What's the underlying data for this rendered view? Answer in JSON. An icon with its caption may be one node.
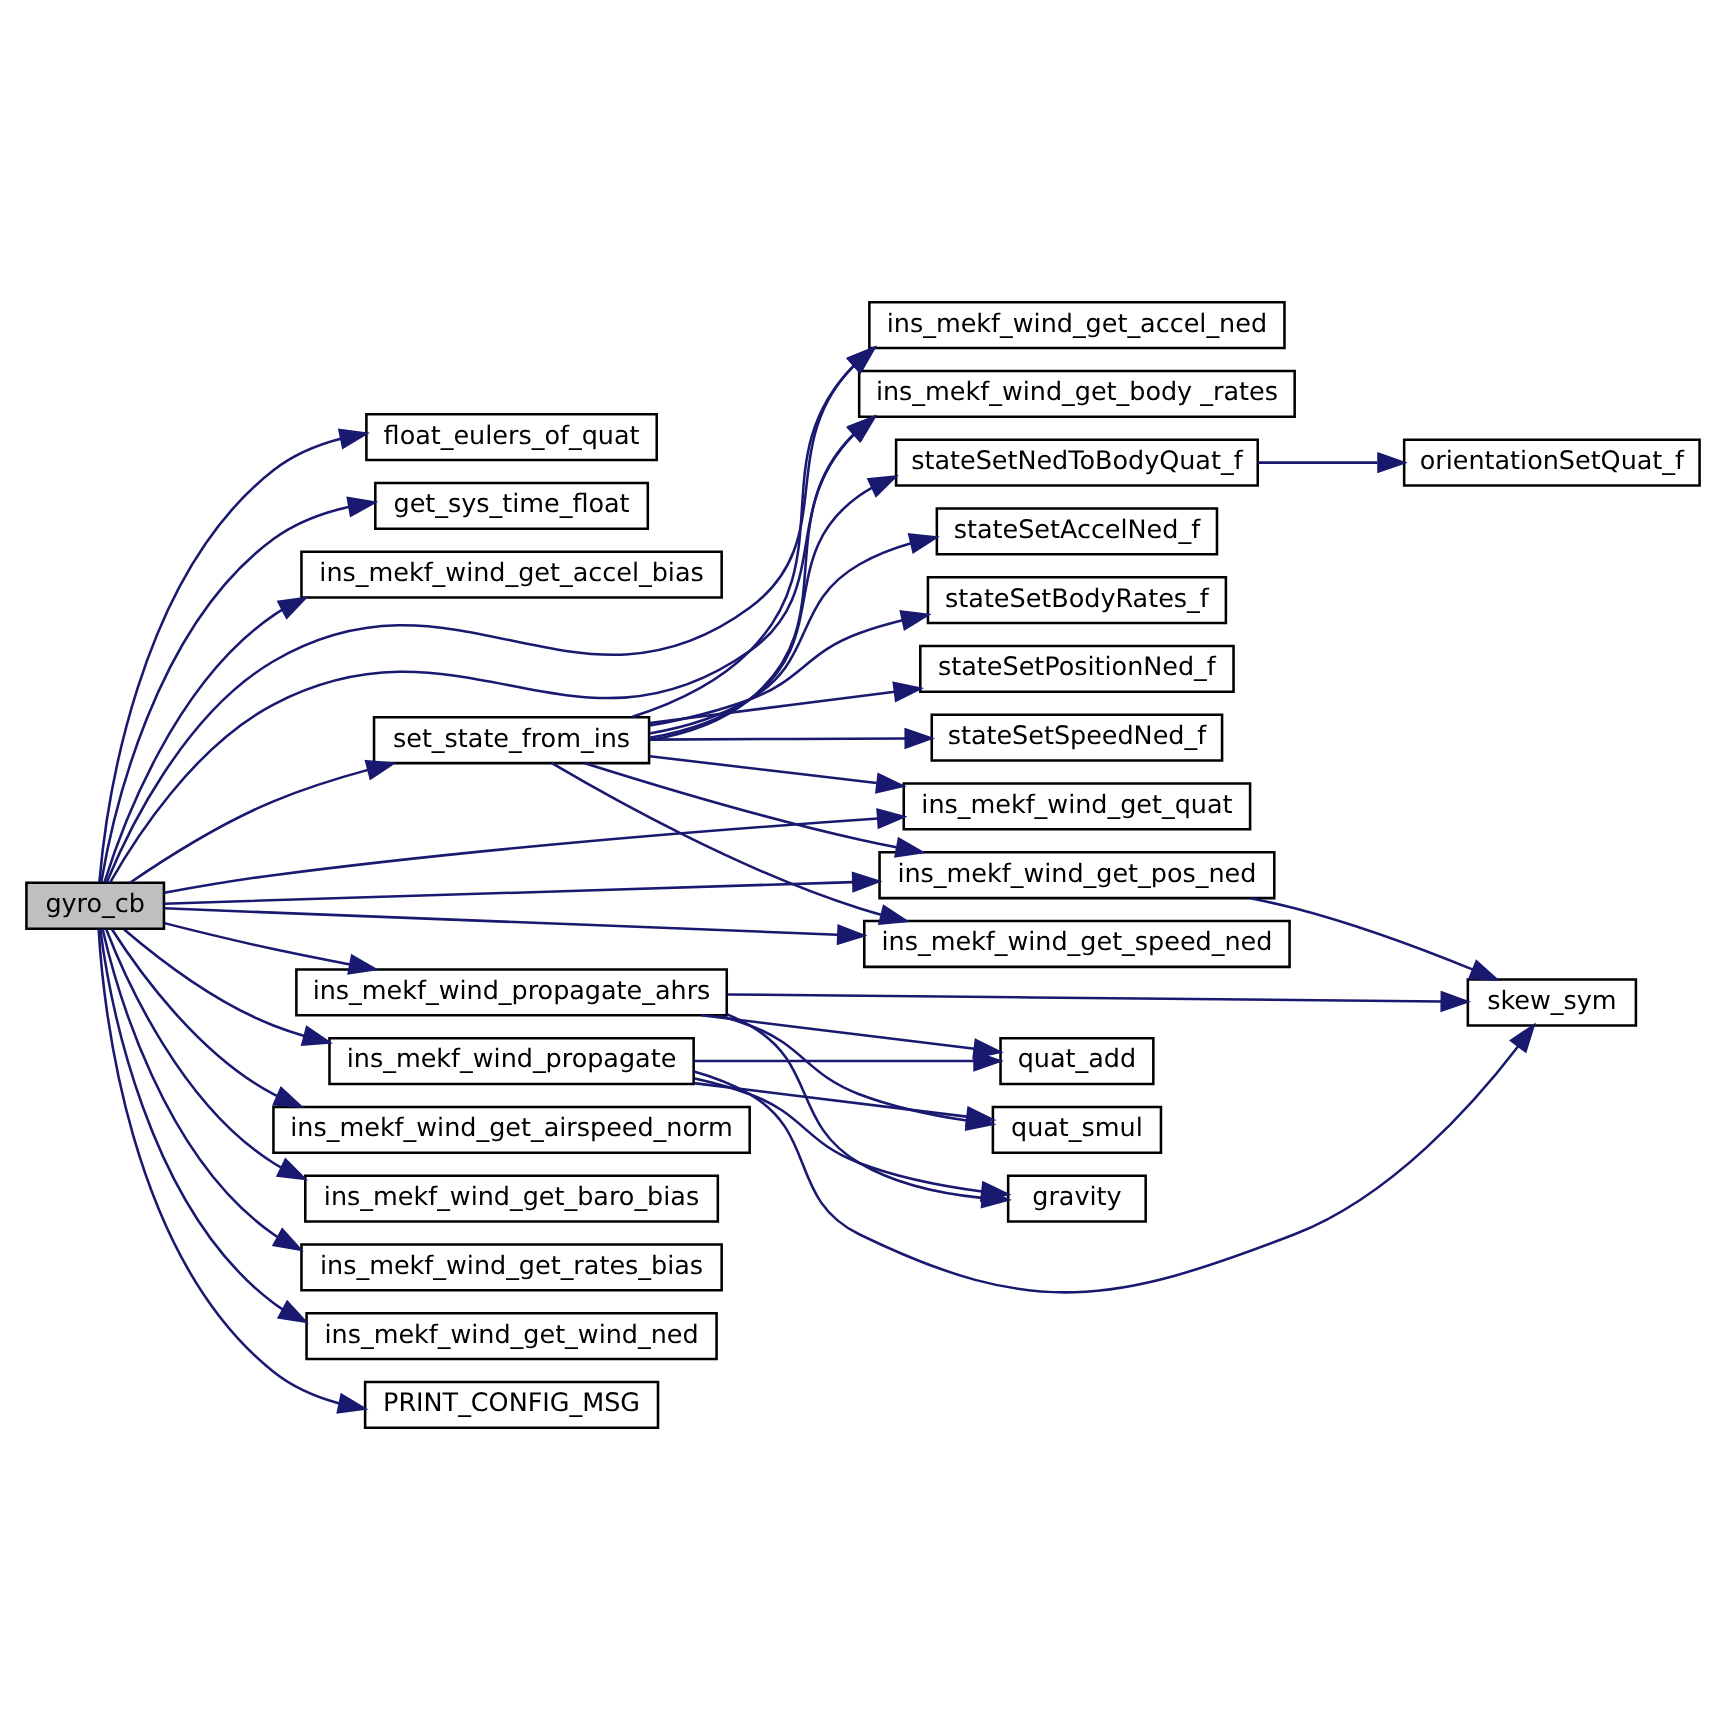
{
  "diagram": {
    "nodes": [
      {
        "text": [
          "gyro_cb"
        ]
      },
      {
        "text": [
          "float_eulers_of_quat"
        ]
      },
      {
        "text": [
          "get_sys_time_float"
        ]
      },
      {
        "text": [
          "ins_mekf_wind_get_accel_bias"
        ]
      },
      {
        "text": [
          "ins_mekf_wind_get_accel_ned"
        ]
      },
      {
        "text": [
          "ins_mekf_wind_get_body _rates"
        ]
      },
      {
        "text": [
          "set_state_from_ins"
        ]
      },
      {
        "text": [
          "stateSetNedToBodyQuat_f"
        ]
      },
      {
        "text": [
          "orientationSetQuat_f"
        ]
      },
      {
        "text": [
          "stateSetAccelNed_f"
        ]
      },
      {
        "text": [
          "stateSetBodyRates_f"
        ]
      },
      {
        "text": [
          "stateSetPositionNed_f"
        ]
      },
      {
        "text": [
          "stateSetSpeedNed_f"
        ]
      },
      {
        "text": [
          "ins_mekf_wind_get_quat"
        ]
      },
      {
        "text": [
          "ins_mekf_wind_get_pos_ned"
        ]
      },
      {
        "text": [
          "ins_mekf_wind_get_speed_ned"
        ]
      },
      {
        "text": [
          "ins_mekf_wind_propagate_ahrs"
        ]
      },
      {
        "text": [
          "skew_sym"
        ]
      },
      {
        "text": [
          "ins_mekf_wind_propagate"
        ]
      },
      {
        "text": [
          "gravity"
        ]
      },
      {
        "text": [
          "quat_add"
        ]
      },
      {
        "text": [
          "quat_smul"
        ]
      },
      {
        "text": [
          "ins_mekf_wind_get_airspeed_norm"
        ]
      },
      {
        "text": [
          "ins_mekf_wind_get_baro_bias"
        ]
      },
      {
        "text": [
          "ins_mekf_wind_get_rates_bias"
        ]
      },
      {
        "text": [
          "ins_mekf_wind_get_wind_ned"
        ]
      },
      {
        "text": [
          "PRINT_CONFIG_MSG"
        ]
      }
    ],
    "edges": [
      {
        "from": 0,
        "to": 1,
        "arrow": "to"
      },
      {
        "from": 0,
        "to": 2,
        "arrow": "to"
      },
      {
        "from": 0,
        "to": 3,
        "arrow": "to"
      },
      {
        "from": 0,
        "to": 4,
        "arrow": "to"
      },
      {
        "from": 0,
        "to": 5,
        "arrow": "to"
      },
      {
        "from": 0,
        "to": 6,
        "arrow": "to"
      },
      {
        "from": 6,
        "to": 4,
        "arrow": "to"
      },
      {
        "from": 6,
        "to": 5,
        "arrow": "to"
      },
      {
        "from": 6,
        "to": 7,
        "arrow": "to"
      },
      {
        "from": 7,
        "to": 8,
        "arrow": "to"
      },
      {
        "from": 6,
        "to": 9,
        "arrow": "to"
      },
      {
        "from": 6,
        "to": 10,
        "arrow": "to"
      },
      {
        "from": 6,
        "to": 11,
        "arrow": "to"
      },
      {
        "from": 6,
        "to": 12,
        "arrow": "to"
      },
      {
        "from": 6,
        "to": 13,
        "arrow": "to"
      },
      {
        "from": 6,
        "to": 14,
        "arrow": "to"
      },
      {
        "from": 6,
        "to": 15,
        "arrow": "to"
      },
      {
        "from": 0,
        "to": 13,
        "arrow": "to"
      },
      {
        "from": 0,
        "to": 14,
        "arrow": "to"
      },
      {
        "from": 14,
        "to": 17,
        "arrow": "to"
      },
      {
        "from": 0,
        "to": 15,
        "arrow": "to"
      },
      {
        "from": 0,
        "to": 16,
        "arrow": "to"
      },
      {
        "from": 16,
        "to": 17,
        "arrow": "to"
      },
      {
        "from": 16,
        "to": 19,
        "arrow": "to"
      },
      {
        "from": 16,
        "to": 20,
        "arrow": "to"
      },
      {
        "from": 16,
        "to": 21,
        "arrow": "to"
      },
      {
        "from": 0,
        "to": 18,
        "arrow": "to"
      },
      {
        "from": 18,
        "to": 19,
        "arrow": "to"
      },
      {
        "from": 18,
        "to": 20,
        "arrow": "to"
      },
      {
        "from": 18,
        "to": 21,
        "arrow": "to"
      },
      {
        "from": 18,
        "to": 17,
        "arrow": "to"
      },
      {
        "from": 0,
        "to": 22,
        "arrow": "to"
      },
      {
        "from": 0,
        "to": 23,
        "arrow": "to"
      },
      {
        "from": 0,
        "to": 24,
        "arrow": "to"
      },
      {
        "from": 0,
        "to": 25,
        "arrow": "to"
      },
      {
        "from": 0,
        "to": 26,
        "arrow": "to"
      }
    ]
  }
}
